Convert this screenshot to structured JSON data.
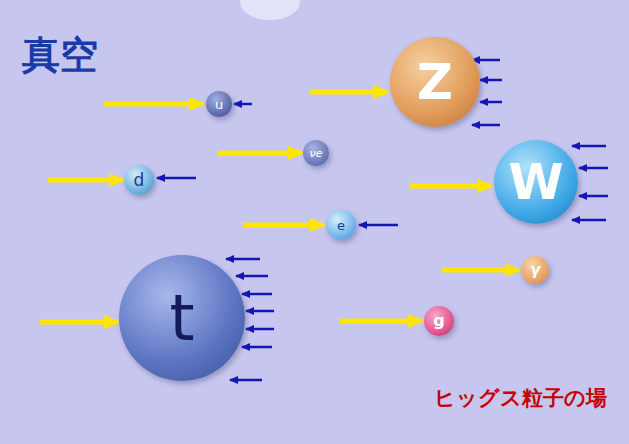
{
  "diagram": {
    "title": "真空",
    "nodes": [
      {
        "text": [
          "Z"
        ]
      },
      {
        "text": [
          "u"
        ]
      },
      {
        "text": [
          "νe"
        ]
      },
      {
        "text": [
          "d"
        ]
      },
      {
        "text": [
          "W"
        ]
      },
      {
        "text": [
          "e"
        ]
      },
      {
        "text": [
          "γ"
        ]
      },
      {
        "text": [
          "t"
        ]
      },
      {
        "text": [
          "g"
        ]
      }
    ],
    "labels": [
      "ヒッグス粒子の場"
    ]
  }
}
